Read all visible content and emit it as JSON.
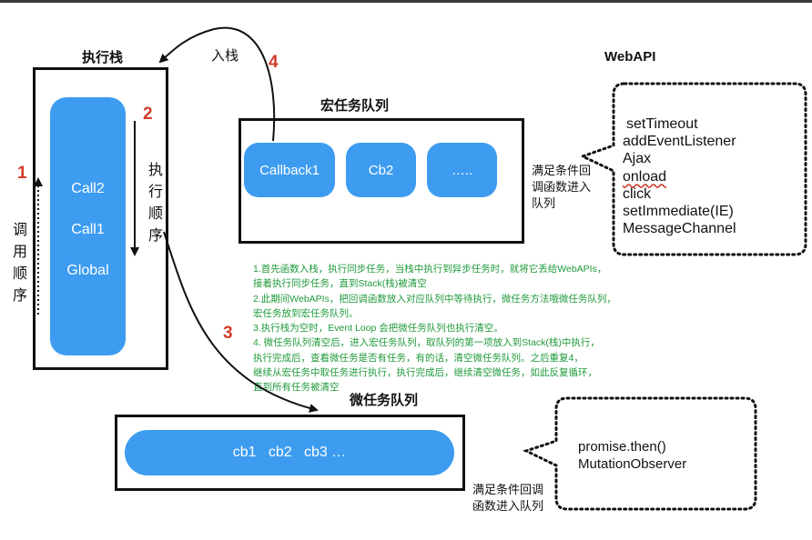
{
  "call_stack": {
    "title": "执行栈",
    "frames": [
      "Call2",
      "Call1",
      "Global"
    ],
    "exec_order_label": "执行顺序",
    "call_order_label": "调用顺序",
    "step_exec": "2",
    "step_call": "1"
  },
  "macro_queue": {
    "title": "宏任务队列",
    "items": [
      "Callback1",
      "Cb2",
      "….."
    ],
    "push_label": "入栈",
    "step_push": "4"
  },
  "web_api": {
    "title": "WebAPI",
    "items": [
      "setTimeout",
      "addEventListener",
      "Ajax",
      "onload",
      "click",
      "setImmediate(IE)",
      "MessageChannel"
    ],
    "enqueue_note": [
      "满足条件回",
      "调函数进入",
      "队列"
    ]
  },
  "micro_queue": {
    "title": "微任务队列",
    "items": "cb1   cb2   cb3 …",
    "step": "3"
  },
  "micro_sources": {
    "items": [
      "promise.then()",
      "MutationObserver"
    ],
    "enqueue_note": [
      "满足条件回调",
      "函数进入队列"
    ]
  },
  "notes": [
    "1.首先函数入栈，执行同步任务，当栈中执行到异步任务时，就将它丢给WebAPIs，",
    "接着执行同步任务，直到Stack(栈)被清空",
    "2.此期间WebAPIs，把回调函数放入对应队列中等待执行，微任务方法哦微任务队列，",
    "宏任务放到宏任务队列。",
    "3.执行栈为空时，Event Loop 会把微任务队列也执行清空。",
    "4. 微任务队列清空后，进入宏任务队列，取队列的第一项放入到Stack(栈)中执行，",
    "执行完成后，查看微任务是否有任务，有的话，清空微任务队列。之后重复4，",
    "继续从宏任务中取任务进行执行，执行完成后，继续清空微任务，如此反复循环，",
    "直到所有任务被清空"
  ]
}
